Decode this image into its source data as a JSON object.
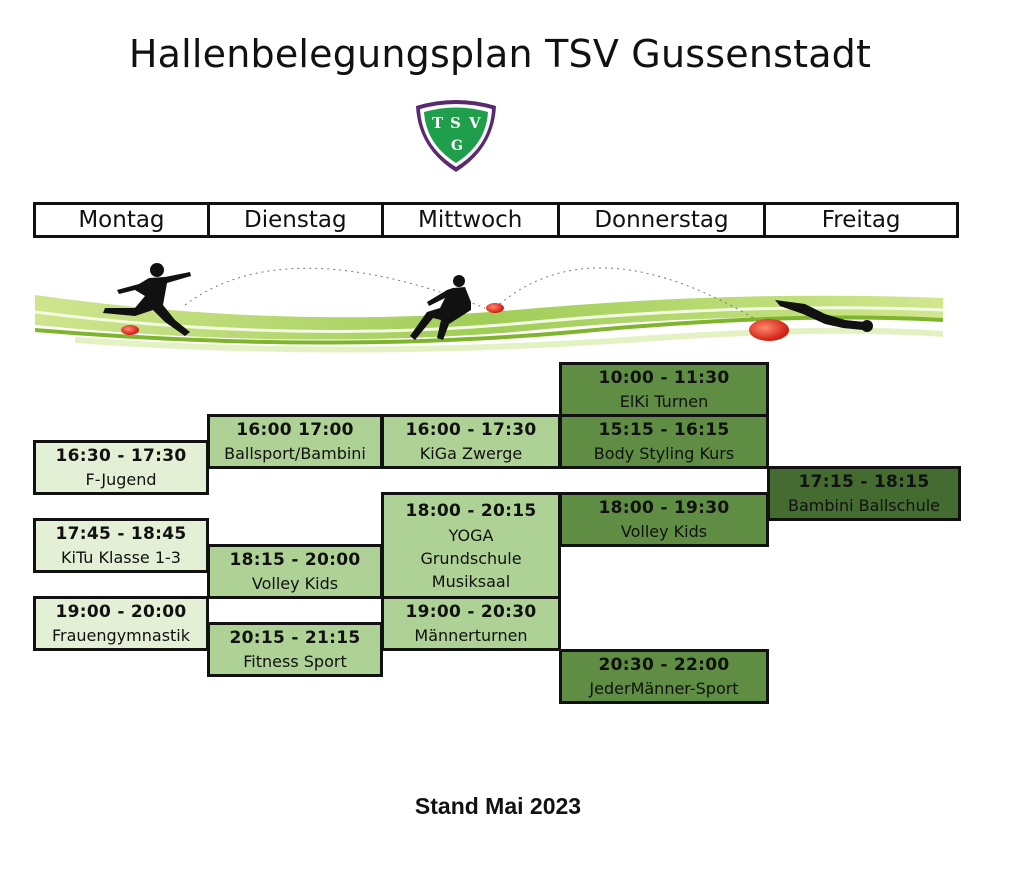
{
  "title": "Hallenbelegungsplan TSV Gussenstadt",
  "logo": {
    "text_top": "T S V",
    "text_bottom": "G",
    "color": "#1f9f4c",
    "border": "#5a2a6e"
  },
  "days": [
    "Montag",
    "Dienstag",
    "Mittwoch",
    "Donnerstag",
    "Freitag"
  ],
  "slots": {
    "mo_1": {
      "time": "16:30 - 17:30",
      "name": "F-Jugend"
    },
    "mo_2": {
      "time": "17:45 - 18:45",
      "name": "KiTu Klasse 1-3"
    },
    "mo_3": {
      "time": "19:00 - 20:00",
      "name": "Frauengymnastik"
    },
    "di_1": {
      "time": "16:00 17:00",
      "name": "Ballsport/Bambini"
    },
    "di_2": {
      "time": "18:15 - 20:00",
      "name": "Volley Kids"
    },
    "di_3": {
      "time": "20:15 - 21:15",
      "name": "Fitness Sport"
    },
    "mi_1": {
      "time": "16:00 - 17:30",
      "name": "KiGa Zwerge"
    },
    "mi_2": {
      "time": "18:00 - 20:15",
      "name1": "YOGA",
      "name2": "Grundschule",
      "name3": "Musiksaal"
    },
    "mi_3": {
      "time": "19:00 - 20:30",
      "name": "Männerturnen"
    },
    "do_1": {
      "time": "10:00 - 11:30",
      "name": "ElKi Turnen"
    },
    "do_2": {
      "time": "15:15 - 16:15",
      "name": "Body Styling Kurs"
    },
    "do_3": {
      "time": "18:00 - 19:30",
      "name": "Volley Kids"
    },
    "do_4": {
      "time": "20:30 - 22:00",
      "name": "JederMänner-Sport"
    },
    "fr_1": {
      "time": "17:15 - 18:15",
      "name": "Bambini Ballschule"
    }
  },
  "footer": "Stand Mai 2023",
  "colors": {
    "light": "#e4f0d5",
    "mid": "#aed296",
    "dark": "#5f8d43",
    "darker": "#446b30",
    "ball": "#e8281c"
  }
}
